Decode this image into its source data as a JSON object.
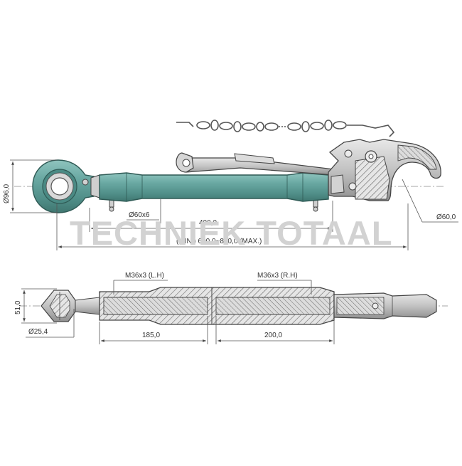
{
  "watermark": "TECHNIEK TOTAAL",
  "colors": {
    "body": "#5f9e98",
    "body_dark": "#3f7670",
    "body_light": "#8fc4be",
    "metal": "#c9c9c9",
    "metal_dark": "#8a8a8a",
    "line": "#3a3a3a",
    "dim_line": "#555555"
  },
  "dimensions": {
    "top_view": {
      "eye_diameter": "Ø96,0",
      "pin": "Ø60x6",
      "length": "400,0",
      "range": "(MIN.) 600,0~870,0 (MAX.)",
      "hook_diameter": "Ø60,0"
    },
    "section_view": {
      "thread_left": "M36x3 (L.H)",
      "thread_right": "M36x3 (R.H)",
      "height": "51,0",
      "ball_diameter": "Ø25,4",
      "left_length": "185,0",
      "right_length": "200,0"
    }
  }
}
